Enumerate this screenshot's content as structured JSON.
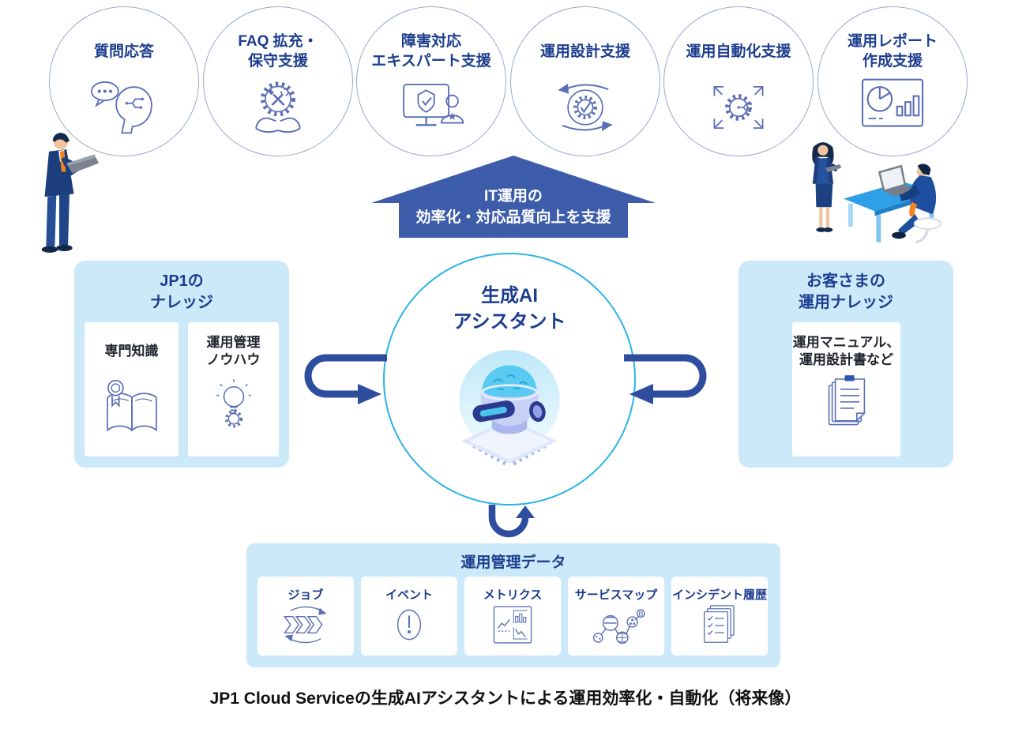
{
  "colors": {
    "panel_blue": "#cbe9f9",
    "navy_text": "#1d3e8f",
    "big_arrow_blue": "#3d5ca9",
    "flow_arrow_navy": "#2e4d9e",
    "capability_circle_border": "#9aa6d4",
    "ai_circle_border": "#2ab3e8",
    "icon_line_blue": "#5b6fb5",
    "accent_orange": "#f58220"
  },
  "top_capabilities": [
    {
      "label": "質問応答",
      "icon": "chat-brain-icon"
    },
    {
      "label": "FAQ 拡充・\n保守支援",
      "icon": "gear-hands-icon"
    },
    {
      "label": "障害対応\nエキスパート支援",
      "icon": "monitor-shield-expert-icon"
    },
    {
      "label": "運用設計支援",
      "icon": "gear-check-cycle-icon"
    },
    {
      "label": "運用自動化支援",
      "icon": "gear-circuit-expand-icon"
    },
    {
      "label": "運用レポート\n作成支援",
      "icon": "report-dashboard-icon"
    }
  ],
  "benefit_arrow": {
    "label": "IT運用の\n効率化・対応品質向上を支援"
  },
  "left_panel": {
    "title": "JP1の\nナレッジ",
    "cards": [
      {
        "label": "専門知識",
        "icon": "book-medal-icon"
      },
      {
        "label": "運用管理\nノウハウ",
        "icon": "bulb-gear-icon"
      }
    ]
  },
  "center": {
    "title": "生成AI\nアシスタント",
    "icon": "ai-robot-icon"
  },
  "right_panel": {
    "title": "お客さまの\n運用ナレッジ",
    "cards": [
      {
        "label": "運用マニュアル、\n運用設計書など",
        "icon": "documents-clip-icon"
      }
    ]
  },
  "bottom_panel": {
    "title": "運用管理データ",
    "cards": [
      {
        "label": "ジョブ",
        "icon": "job-chevrons-icon"
      },
      {
        "label": "イベント",
        "icon": "event-exclamation-icon"
      },
      {
        "label": "メトリクス",
        "icon": "metrics-charts-icon"
      },
      {
        "label": "サービスマップ",
        "icon": "service-map-nodes-icon"
      },
      {
        "label": "インシデント履歴",
        "icon": "incident-history-icon"
      }
    ]
  },
  "caption": "JP1 Cloud Serviceの生成AIアシスタントによる運用効率化・自動化（将来像）"
}
